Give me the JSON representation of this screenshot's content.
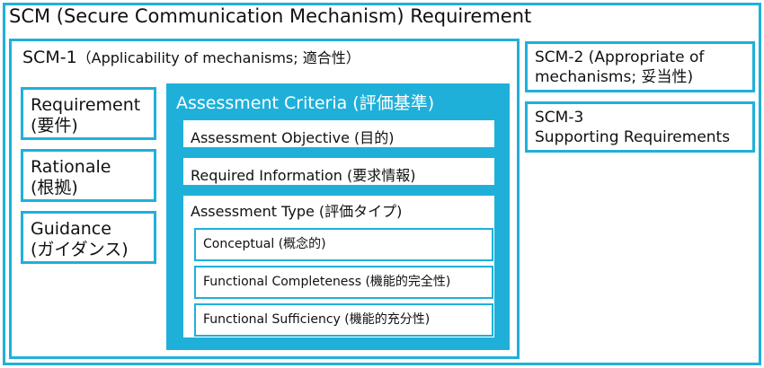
{
  "title": "SCM (Secure Communication Mechanism) Requirement",
  "scm1": {
    "label": "SCM-1",
    "subtitle": "（Applicability of mechanisms; 適合性）",
    "requirement": {
      "line1": "Requirement",
      "line2": "(要件)"
    },
    "rationale": {
      "line1": "Rationale",
      "line2": "(根拠)"
    },
    "guidance": {
      "line1": "Guidance",
      "line2": "(ガイダンス)"
    },
    "criteria": {
      "title": "Assessment Criteria (評価基準)",
      "objective": "Assessment  Objective (目的)",
      "info": "Required  Information (要求情報)",
      "type": {
        "title": "Assessment  Type (評価タイプ)",
        "items": [
          "Conceptual (概念的)",
          "Functional Completeness (機能的完全性)",
          "Functional Sufficiency (機能的充分性)"
        ]
      }
    }
  },
  "scm2": {
    "line1": "SCM-2 (Appropriate of",
    "line2": "mechanisms; 妥当性)"
  },
  "scm3": {
    "line1": "SCM-3",
    "line2": "Supporting Requirements"
  },
  "colors": {
    "accent": "#1fb0da"
  }
}
